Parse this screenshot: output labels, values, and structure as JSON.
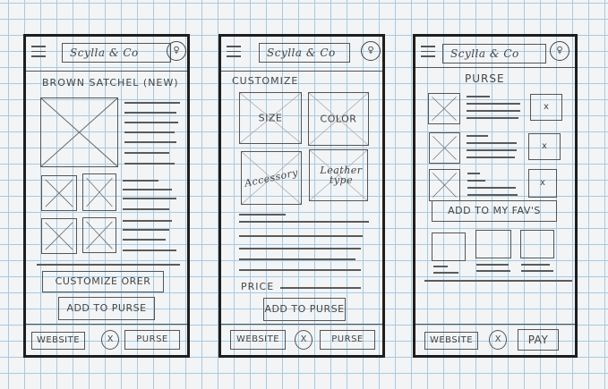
{
  "brand": "Scylla & Co",
  "icons": {
    "menu": "hamburger-icon",
    "avatar": "user-icon",
    "center": "x-circle-icon"
  },
  "screens": [
    {
      "name": "product",
      "header": {
        "title": "Scylla & Co",
        "avatar_glyph": "♀"
      },
      "heading": "BROWN SATCHEL (NEW)",
      "buttons": {
        "customize": "CUSTOMIZE ORER",
        "add": "ADD TO PURSE"
      },
      "footer": {
        "left": "WEBSITE",
        "center": "X",
        "right": "PURSE"
      }
    },
    {
      "name": "customize",
      "header": {
        "title": "Scylla & Co",
        "avatar_glyph": "♀"
      },
      "heading": "CUSTOMIZE",
      "options": [
        {
          "label": "SIZE"
        },
        {
          "label": "COLOR"
        },
        {
          "label": "Accessory"
        },
        {
          "label": "Leather type"
        }
      ],
      "price_label": "PRICE",
      "buttons": {
        "add": "ADD TO PURSE"
      },
      "footer": {
        "left": "WEBSITE",
        "center": "X",
        "right": "PURSE"
      }
    },
    {
      "name": "purse",
      "header": {
        "title": "Scylla & Co",
        "avatar_glyph": "♀"
      },
      "heading": "PURSE",
      "items": [
        {
          "remove": "x"
        },
        {
          "remove": "x"
        },
        {
          "remove": "x"
        }
      ],
      "buttons": {
        "fav": "ADD TO MY FAV'S"
      },
      "footer": {
        "left": "WEBSITE",
        "center": "X",
        "right": "PAY"
      }
    }
  ]
}
